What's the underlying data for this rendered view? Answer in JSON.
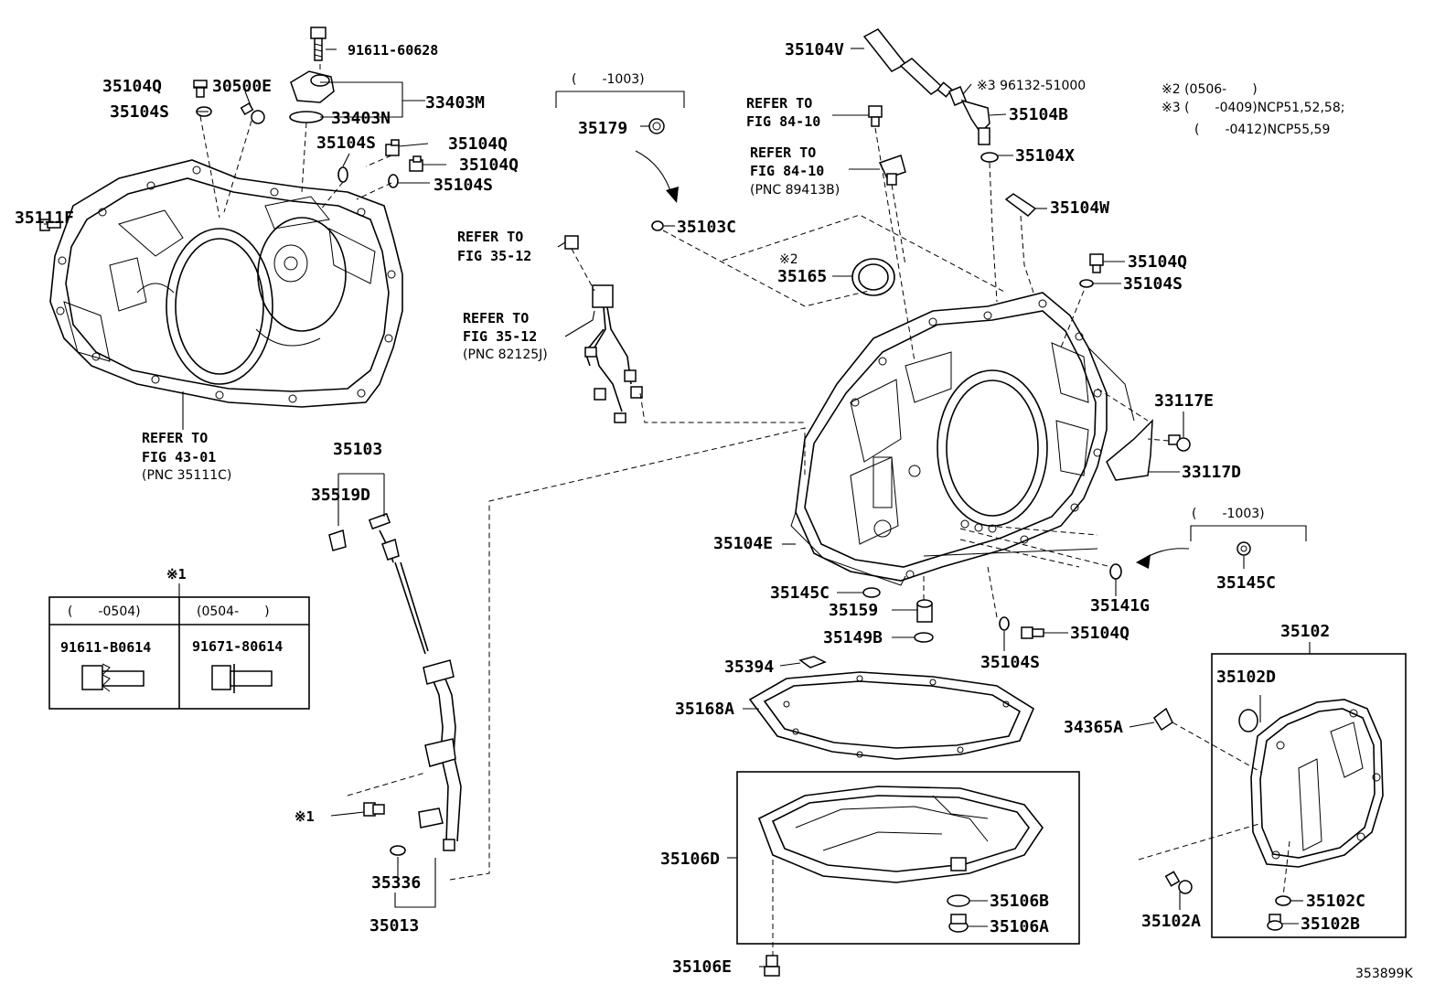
{
  "labels": {
    "p91611_60628": "91611-60628",
    "p35104Q_a": "35104Q",
    "p30500E": "30500E",
    "p33403M": "33403M",
    "p35104S_a": "35104S",
    "p33403N": "33403N",
    "p35104S_b": "35104S",
    "p35104Q_b": "35104Q",
    "p35104Q_c": "35104Q",
    "p35104S_c": "35104S",
    "p35111F": "35111F",
    "p35179": "35179",
    "range_1003_a": "(　　-1003)",
    "p35103C": "35103C",
    "p35104V": "35104V",
    "p96132": "※3 96132-51000",
    "p35104B": "35104B",
    "p35104X": "35104X",
    "p35104W": "35104W",
    "p35165": "35165",
    "mark2_p35165": "※2",
    "p35104Q_d": "35104Q",
    "p35104S_d": "35104S",
    "p33117E": "33117E",
    "p33117D": "33117D",
    "p35104E": "35104E",
    "range_1003_b": "(　　-1003)",
    "p35145C_a": "35145C",
    "p35141G": "35141G",
    "p35145C_b": "35145C",
    "p35159": "35159",
    "p35149B": "35149B",
    "p35104Q_e": "35104Q",
    "p35104S_e": "35104S",
    "p35394": "35394",
    "p35168A": "35168A",
    "p35103": "35103",
    "p35519D": "35519D",
    "p35336": "35336",
    "p35013": "35013",
    "p35106D": "35106D",
    "p35106B": "35106B",
    "p35106A": "35106A",
    "p35106E": "35106E",
    "p35102": "35102",
    "p35102D": "35102D",
    "p34365A": "34365A",
    "p35102C": "35102C",
    "p35102B": "35102B",
    "p35102A": "35102A",
    "mark1_bolt": "※1",
    "mark1_table": "※1",
    "fig_code": "353899K"
  },
  "refers": {
    "r1_l1": "REFER TO",
    "r1_l2": "FIG 43-01",
    "r1_l3": "(PNC 35111C)",
    "r2_l1": "REFER TO",
    "r2_l2": "FIG 35-12",
    "r3_l1": "REFER TO",
    "r3_l2": "FIG 35-12",
    "r3_l3": "(PNC 82125J)",
    "r4_l1": "REFER TO",
    "r4_l2": "FIG 84-10",
    "r5_l1": "REFER TO",
    "r5_l2": "FIG 84-10",
    "r5_l3": "(PNC 89413B)"
  },
  "notes": {
    "n1": "※2 (0506-　　)",
    "n2": "※3 (　　-0409)NCP51,52,58;",
    "n3": "(　　-0412)NCP55,59"
  },
  "table": {
    "h1": "(　　-0504)",
    "h2": "(0504-　　)",
    "c1": "91611-B0614",
    "c2": "91671-80614"
  }
}
